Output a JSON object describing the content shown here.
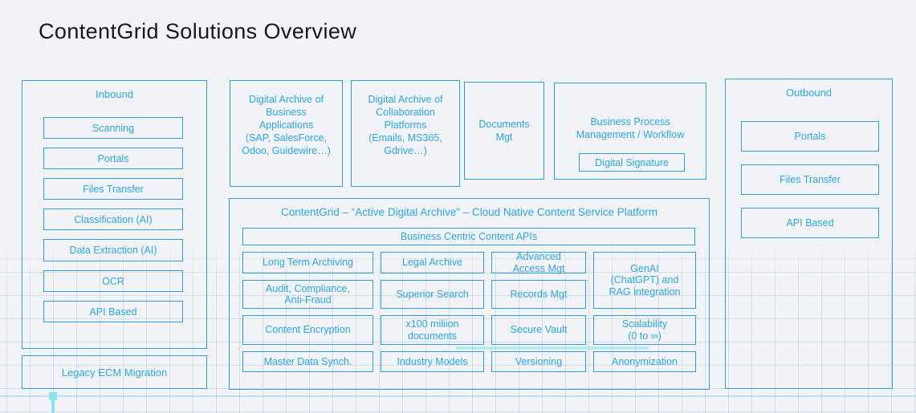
{
  "title": "ContentGrid Solutions Overview",
  "colors": {
    "accent_border": "#2f9ddb",
    "accent_text": "#2ba6e0",
    "title_text": "#17171e",
    "artifact_cyan": "#8ae2ec",
    "background": "#f2f3f7"
  },
  "inbound": {
    "label": "Inbound",
    "items": [
      "Scanning",
      "Portals",
      "Files Transfer",
      "Classification (AI)",
      "Data Extraction (AI)",
      "OCR",
      "API Based"
    ]
  },
  "legacy": {
    "label": "Legacy ECM Migration"
  },
  "cards": {
    "business_apps": [
      "Digital Archive of",
      "Business",
      "Applications",
      "(SAP, SalesForce,",
      "Odoo, Guidewire…)"
    ],
    "collaboration": [
      "Digital Archive of",
      "Collaboration",
      "Platforms",
      "(Emails, MS365,",
      "Gdrive…)"
    ],
    "documents": [
      "Documents",
      "Mgt"
    ],
    "bpm": [
      "Business Process",
      "Management / Workflow"
    ],
    "digital_signature": "Digital Signature"
  },
  "platform": {
    "title": "ContentGrid – “Active Digital Archive” – Cloud Native Content Service Platform",
    "apis": "Business Centric Content APIs",
    "cells": [
      "Long Term Archiving",
      "Legal Archive",
      [
        "Advanced",
        "Access Mgt"
      ],
      [
        "GenAI",
        "(ChatGPT) and",
        "RAG integration"
      ],
      [
        "Audit, Compliance,",
        "Anti-Fraud"
      ],
      "Superior Search",
      "Records Mgt",
      "Content Encryption",
      [
        "x100 miliion",
        "documents"
      ],
      "Secure Vault",
      [
        "Scalability",
        "(0 to ∞)"
      ],
      "Master Data Synch.",
      "Industry Models",
      "Versioning",
      "Anonymization"
    ]
  },
  "outbound": {
    "label": "Outbound",
    "items": [
      "Portals",
      "Files Transfer",
      "API Based"
    ]
  }
}
